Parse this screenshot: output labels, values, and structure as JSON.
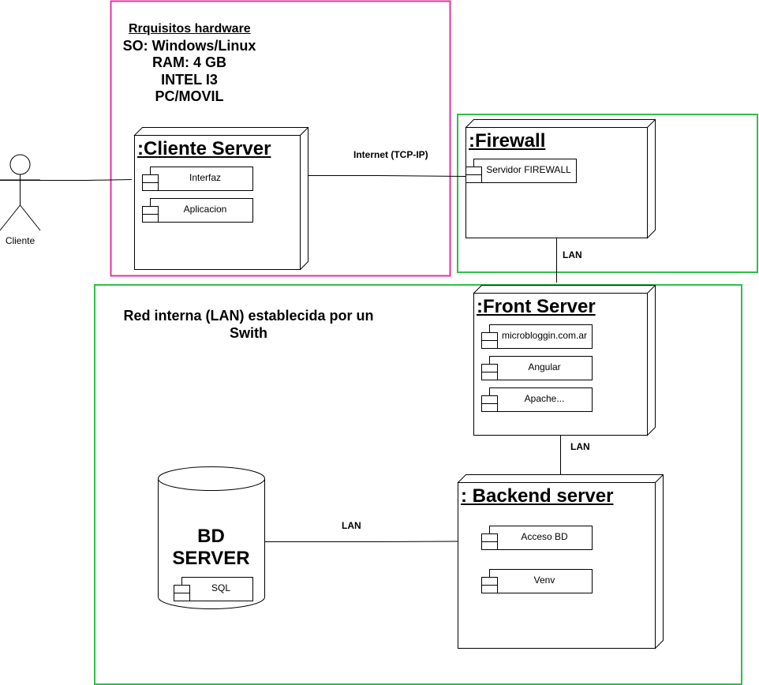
{
  "colors": {
    "pink_boundary": "#e6339e",
    "green_boundary": "#2fbf4a",
    "stroke": "#000000"
  },
  "hardware": {
    "title": "Rrquisitos hardware",
    "lines": [
      "SO: Windows/Linux",
      "RAM: 4 GB",
      "INTEL I3",
      "PC/MOVIL"
    ]
  },
  "actor": {
    "label": "Cliente"
  },
  "network_note": {
    "line1": "Red interna (LAN) establecida por un",
    "line2": "Swith"
  },
  "nodes": {
    "cliente": {
      "title": ":Cliente Server",
      "components": [
        "Interfaz",
        "Aplicacion"
      ]
    },
    "firewall": {
      "title": ":Firewall",
      "components": [
        "Servidor FIREWALL"
      ]
    },
    "front": {
      "title": ":Front Server",
      "components": [
        "microbloggin.com.ar",
        "Angular",
        "Apache..."
      ]
    },
    "backend": {
      "title": ": Backend server",
      "components": [
        "Acceso BD",
        "Venv"
      ]
    }
  },
  "database": {
    "line1": "BD",
    "line2": "SERVER",
    "component": "SQL"
  },
  "connections": {
    "internet": "Internet (TCP-IP)",
    "firewall_front": "LAN",
    "front_backend": "LAN",
    "db_backend": "LAN"
  }
}
